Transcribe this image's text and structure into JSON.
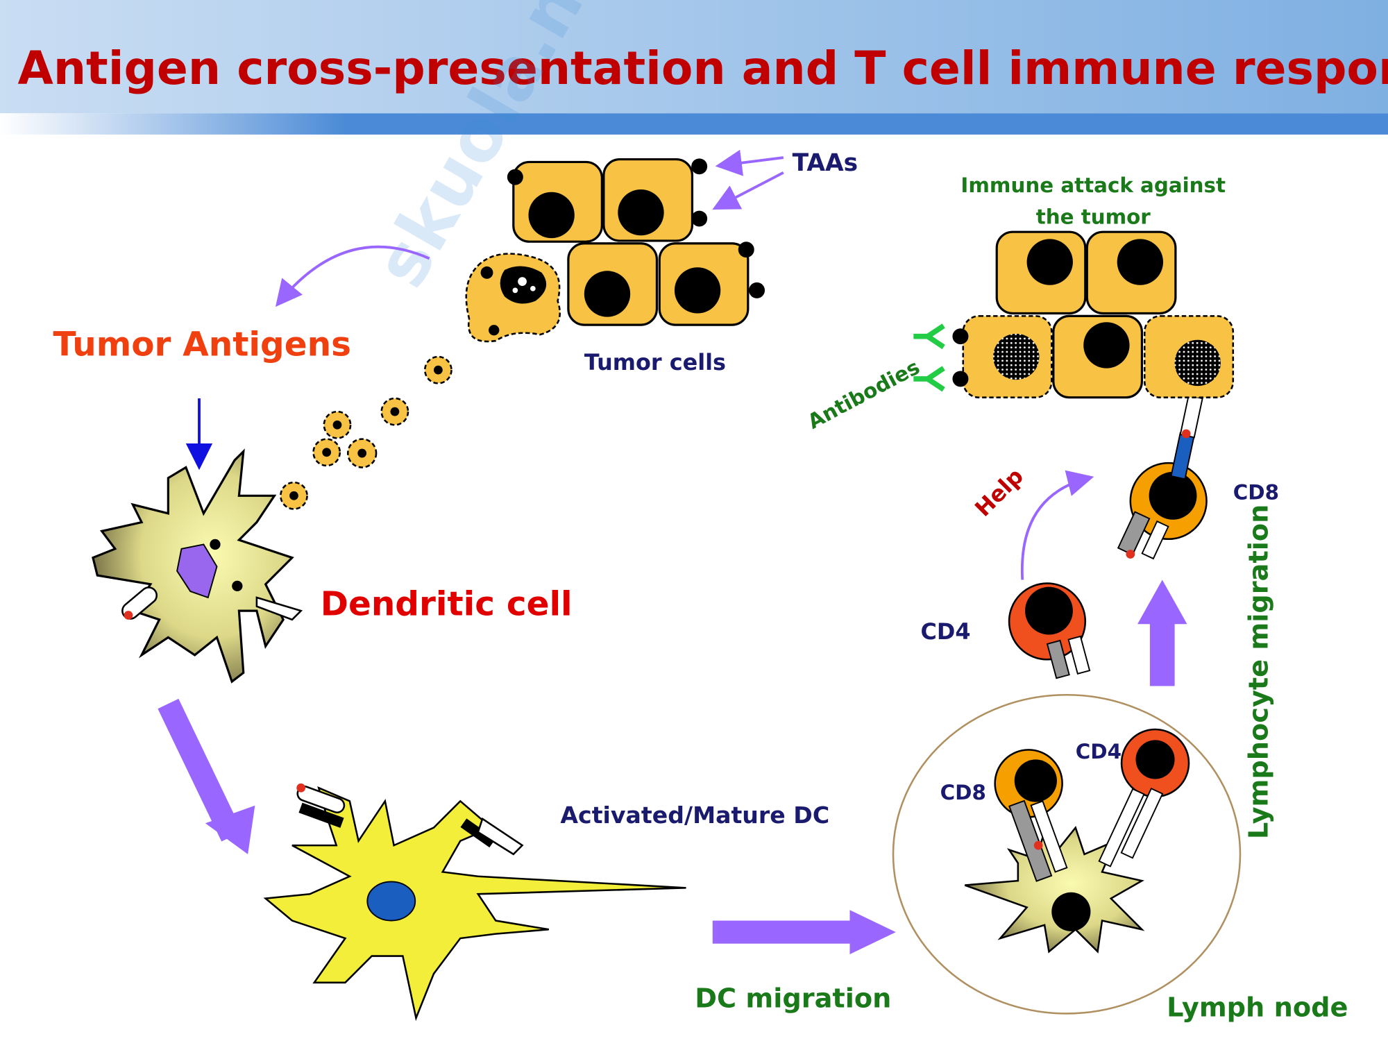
{
  "title": "Antigen cross-presentation and T cell immune response",
  "watermark": "skuola.net il portale dello studente",
  "labels": {
    "taas": "TAAs",
    "tumor_cells": "Tumor cells",
    "tumor_antigens": "Tumor Antigens",
    "dendritic_cell": "Dendritic cell",
    "activated_dc": "Activated/Mature DC",
    "dc_migration": "DC migration",
    "lymph_node": "Lymph node",
    "lymphocyte_migration": "Lymphocyte migration",
    "immune_attack_line1": "Immune attack against",
    "immune_attack_line2": "the tumor",
    "antibodies": "Antibodies",
    "help": "Help",
    "cd8_top": "CD8",
    "cd4_mid": "CD4",
    "cd8_node": "CD8",
    "cd4_node": "CD4"
  },
  "colors": {
    "title": "#c00000",
    "tumor_antigens": "#f04010",
    "dendritic_label": "#e00000",
    "navy_label": "#1a1a6e",
    "green_label": "#1a7a1a",
    "arrow_purple": "#9966ff",
    "tumor_cell_fill": "#f8c244",
    "cd8_fill": "#f5a000",
    "cd4_fill": "#f0501e"
  }
}
